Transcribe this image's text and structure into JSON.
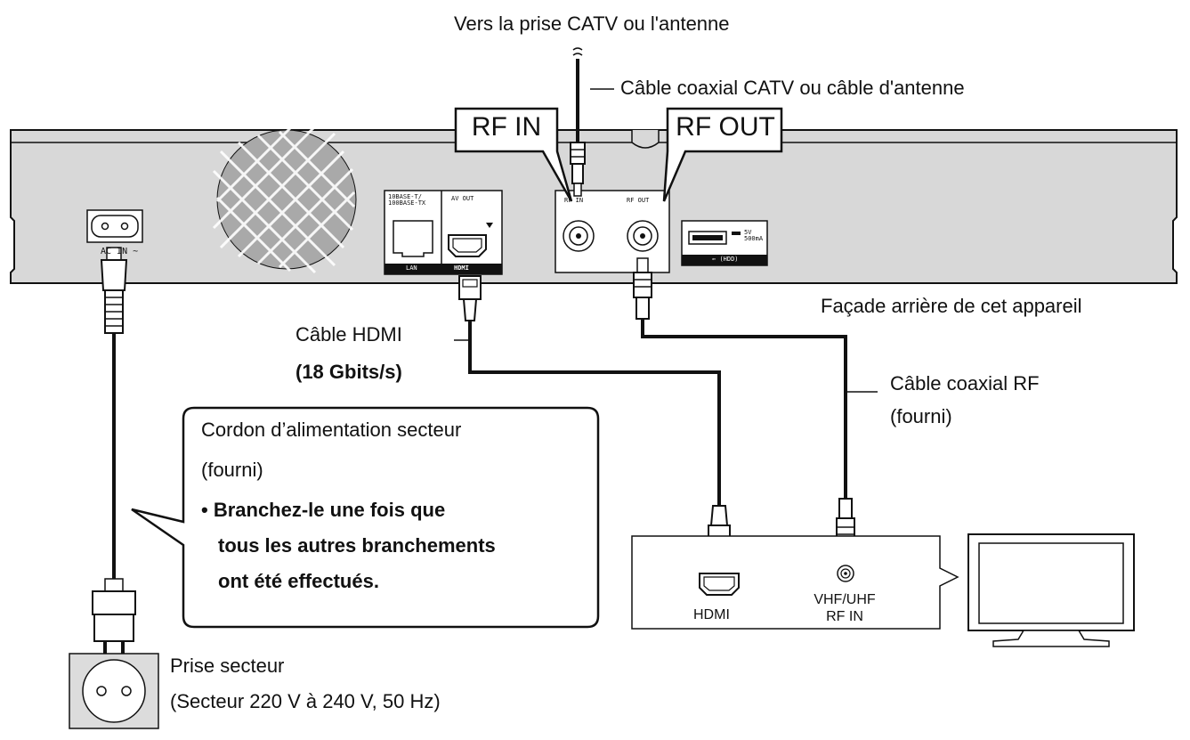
{
  "labels": {
    "top": "Vers la prise CATV ou l'antenne",
    "coax_catv": "Câble coaxial CATV ou câble d'antenne",
    "facade": "Façade arrière de cet appareil",
    "hdmi_cable": "Câble HDMI",
    "hdmi_speed": "(18 Gbits/s)",
    "rf_coax": "Câble coaxial RF",
    "rf_coax_fourni": "(fourni)",
    "cord_line1": "Cordon d’alimentation secteur",
    "cord_line2": "(fourni)",
    "cord_line3": "• Branchez-le une fois que",
    "cord_line4": "tous les autres branchements",
    "cord_line5": "ont été effectués.",
    "prise_line1": "Prise secteur",
    "prise_line2": "(Secteur 220 V à 240 V, 50 Hz)",
    "callout_rf_in": "RF IN",
    "callout_rf_out": "RF OUT",
    "tv_hdmi": "HDMI",
    "tv_vhf": "VHF/UHF",
    "tv_rf_in": "RF IN"
  },
  "panel": {
    "ac_in": "AC IN",
    "lan_spec_1": "10BASE-T/",
    "lan_spec_2": "100BASE-TX",
    "lan": "LAN",
    "av_out": "AV OUT",
    "hdmi_logo": "HDMI",
    "rf_in": "RF IN",
    "rf_out": "RF OUT",
    "usb_volt": "5V",
    "usb_amp": "500mA",
    "usb_hdd": "(HDD)"
  },
  "colors": {
    "line": "#111111",
    "panel_gray": "#d8d8d8",
    "fan_gray": "#a9a9a9",
    "socket_gray": "#dcdcdc",
    "white": "#ffffff"
  }
}
